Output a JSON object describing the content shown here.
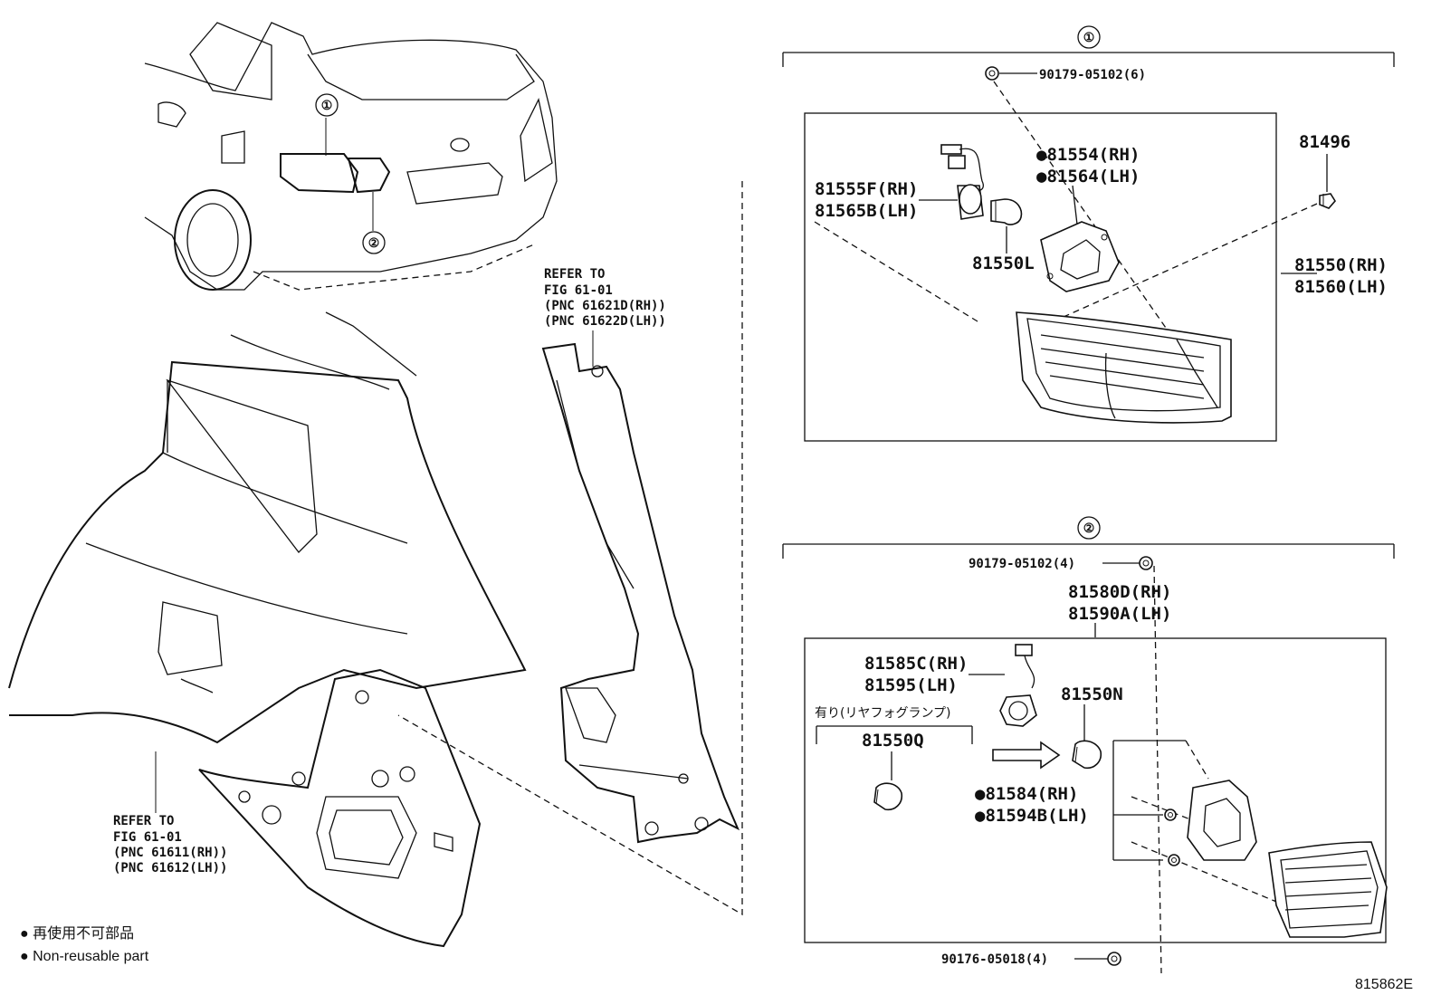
{
  "callouts": {
    "one": "①",
    "two": "②"
  },
  "refer_rear": {
    "line1": "REFER TO",
    "line2": "FIG 61-01",
    "line3": "(PNC 61621D(RH))",
    "line4": "(PNC 61622D(LH))"
  },
  "refer_side": {
    "line1": "REFER TO",
    "line2": "FIG 61-01",
    "line3": "(PNC 61611(RH))",
    "line4": "(PNC 61612(LH))"
  },
  "group1": {
    "screw": "90179-05102(6)",
    "gasket_rh": "●81554(RH)",
    "gasket_lh": "●81564(LH)",
    "socket_rh": "81555F(RH)",
    "socket_lh": "81565B(LH)",
    "bulb": "81550L",
    "clip": "81496",
    "lamp_rh": "81550(RH)",
    "lamp_lh": "81560(LH)"
  },
  "group2": {
    "screw": "90179-05102(4)",
    "lamp_rh": "81580D(RH)",
    "lamp_lh": "81590A(LH)",
    "socket_rh": "81585C(RH)",
    "socket_lh": "81595(LH)",
    "bulb": "81550N",
    "fog_note": "有り(リヤフォグランプ)",
    "fog_bulb": "81550Q",
    "gasket_rh": "●81584(RH)",
    "gasket_lh": "●81594B(LH)",
    "nut": "90176-05018(4)"
  },
  "legend": {
    "jp": "● 再使用不可部品",
    "en": "● Non-reusable part"
  },
  "figure_code": "815862E"
}
